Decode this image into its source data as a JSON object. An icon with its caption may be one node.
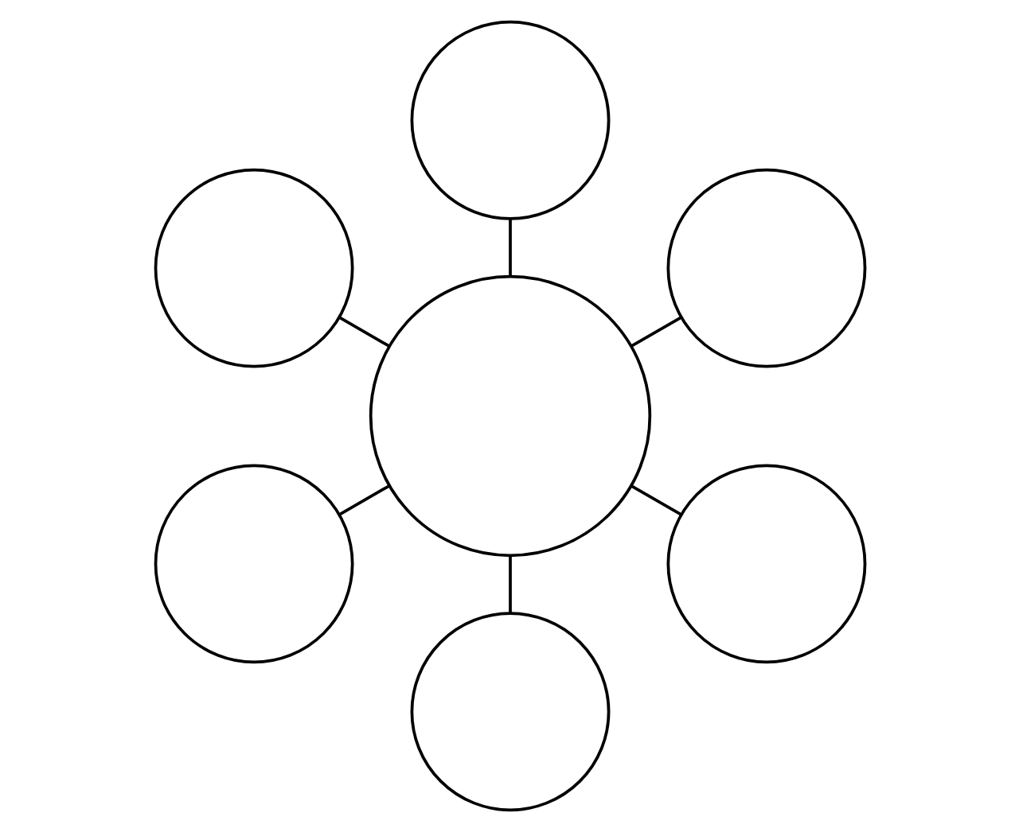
{
  "diagram": {
    "nodes": [
      {
        "text": [],
        "shape": "circle"
      },
      {
        "text": [],
        "shape": "circle"
      },
      {
        "text": [],
        "shape": "circle"
      },
      {
        "text": [],
        "shape": "circle"
      },
      {
        "text": [],
        "shape": "circle"
      },
      {
        "text": [],
        "shape": "circle"
      },
      {
        "text": [],
        "shape": "circle"
      }
    ],
    "edges": [
      {
        "from": 3,
        "to": 0,
        "arrow": "none"
      },
      {
        "from": 3,
        "to": 1,
        "arrow": "none"
      },
      {
        "from": 3,
        "to": 2,
        "arrow": "none"
      },
      {
        "from": 3,
        "to": 4,
        "arrow": "none"
      },
      {
        "from": 3,
        "to": 5,
        "arrow": "none"
      },
      {
        "from": 3,
        "to": 6,
        "arrow": "none"
      }
    ]
  }
}
